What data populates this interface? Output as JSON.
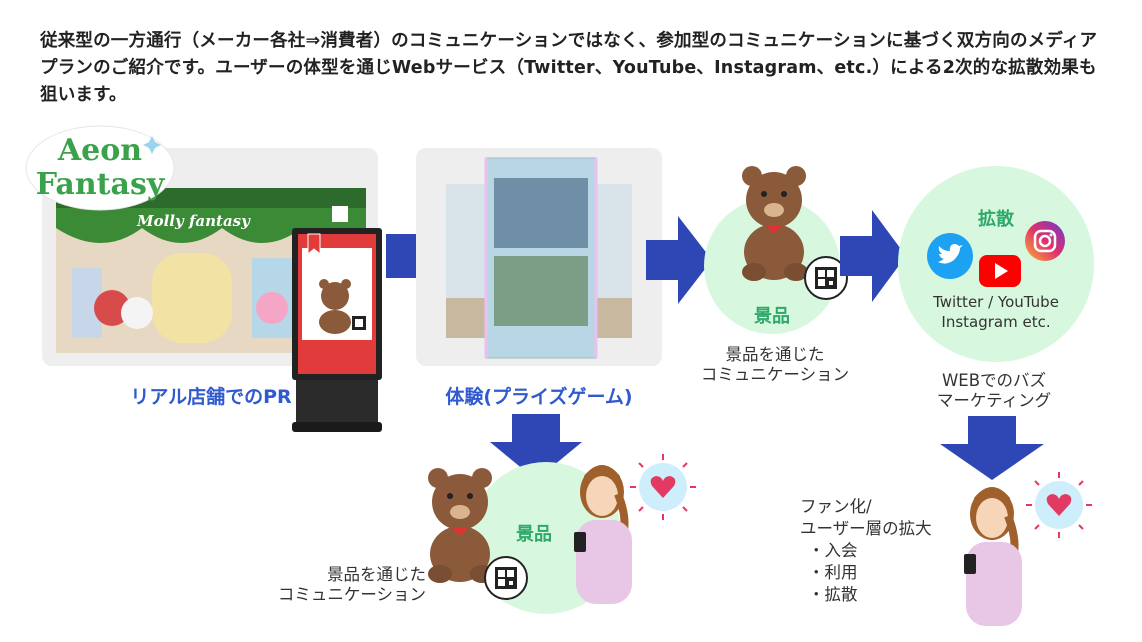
{
  "intro_text": "従来型の一方通行（メーカー各社⇒消費者）のコミュニケーションではなく、参加型のコミュニケーションに基づく双方向のメディアプランのご紹介です。ユーザーの体型を通じWebサービス（Twitter、YouTube、Instagram、etc.）による2次的な拡散効果も狙います。",
  "logo": {
    "line1": "Aeon",
    "line2": "Fantasy"
  },
  "store": {
    "sign_text": "Molly fantasy",
    "caption": "リアル店舗でのPR"
  },
  "crane": {
    "caption": "体験(プライズゲーム)"
  },
  "prize_center": {
    "badge": "景品",
    "caption_line1": "景品を通じた",
    "caption_line2": "コミュニケーション"
  },
  "spread": {
    "title": "拡散",
    "platforms_line1": "Twitter / YouTube",
    "platforms_line2": "Instagram etc.",
    "caption_line1": "WEBでのバズ",
    "caption_line2": "マーケティング"
  },
  "prize_bottom": {
    "badge": "景品",
    "caption_line1": "景品を通じた",
    "caption_line2": "コミュニケーション"
  },
  "fan": {
    "line1": "ファン化/",
    "line2": "ユーザー層の拡大",
    "items": [
      "・入会",
      "・利用",
      "・拡散"
    ]
  },
  "colors": {
    "arrow": "#2e47b5",
    "label_blue": "#2f5ad0",
    "green_circle": "#d7f8de",
    "green_text": "#2ea86b",
    "bear": "#8a5a3a",
    "heart": "#e33a64"
  }
}
